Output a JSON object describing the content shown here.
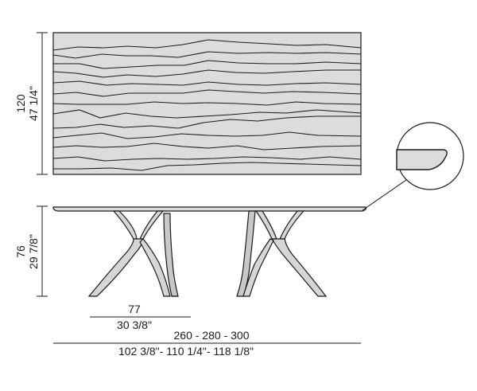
{
  "dimensions": {
    "top_height_cm": "120",
    "top_height_in": "47 1/4\"",
    "table_height_cm": "76",
    "table_height_in": "29 7/8\"",
    "leg_width_cm": "77",
    "leg_width_in": "30 3/8\"",
    "length_cm": "260 - 280 - 300",
    "length_in": "102 3/8\"- 110 1/4\"- 118 1/8\""
  },
  "colors": {
    "line": "#1a1a1a",
    "tabletop_fill": "#dcdcdc",
    "background": "#ffffff"
  }
}
